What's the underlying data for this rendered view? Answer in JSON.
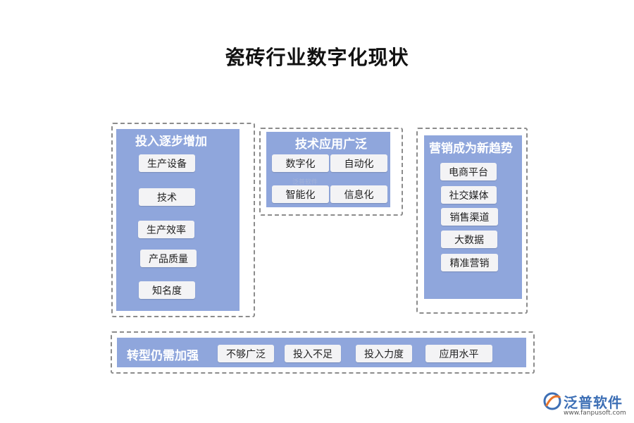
{
  "title": "瓷砖行业数字化现状",
  "groups": {
    "investment": {
      "heading": "投入逐步增加",
      "items": [
        "生产设备",
        "技术",
        "生产效率",
        "产品质量",
        "知名度"
      ]
    },
    "technology": {
      "heading": "技术应用广泛",
      "items": [
        "数字化",
        "自动化",
        "智能化",
        "信息化"
      ]
    },
    "marketing": {
      "heading": "营销成为新趋势",
      "items": [
        "电商平台",
        "社交媒体",
        "销售渠道",
        "大数据",
        "精准营销"
      ]
    },
    "transformation": {
      "heading": "转型仍需加强",
      "items": [
        "不够广泛",
        "投入不足",
        "投入力度",
        "应用水平"
      ]
    }
  },
  "brand": {
    "name": "泛普软件",
    "url": "www.fanpusoft.com",
    "watermark": "泛普软件",
    "accent": "#3d6fb5"
  },
  "colors": {
    "panel": "#8fa6dc",
    "chip": "#f3f3f5",
    "dash": "#8c8c8c"
  }
}
